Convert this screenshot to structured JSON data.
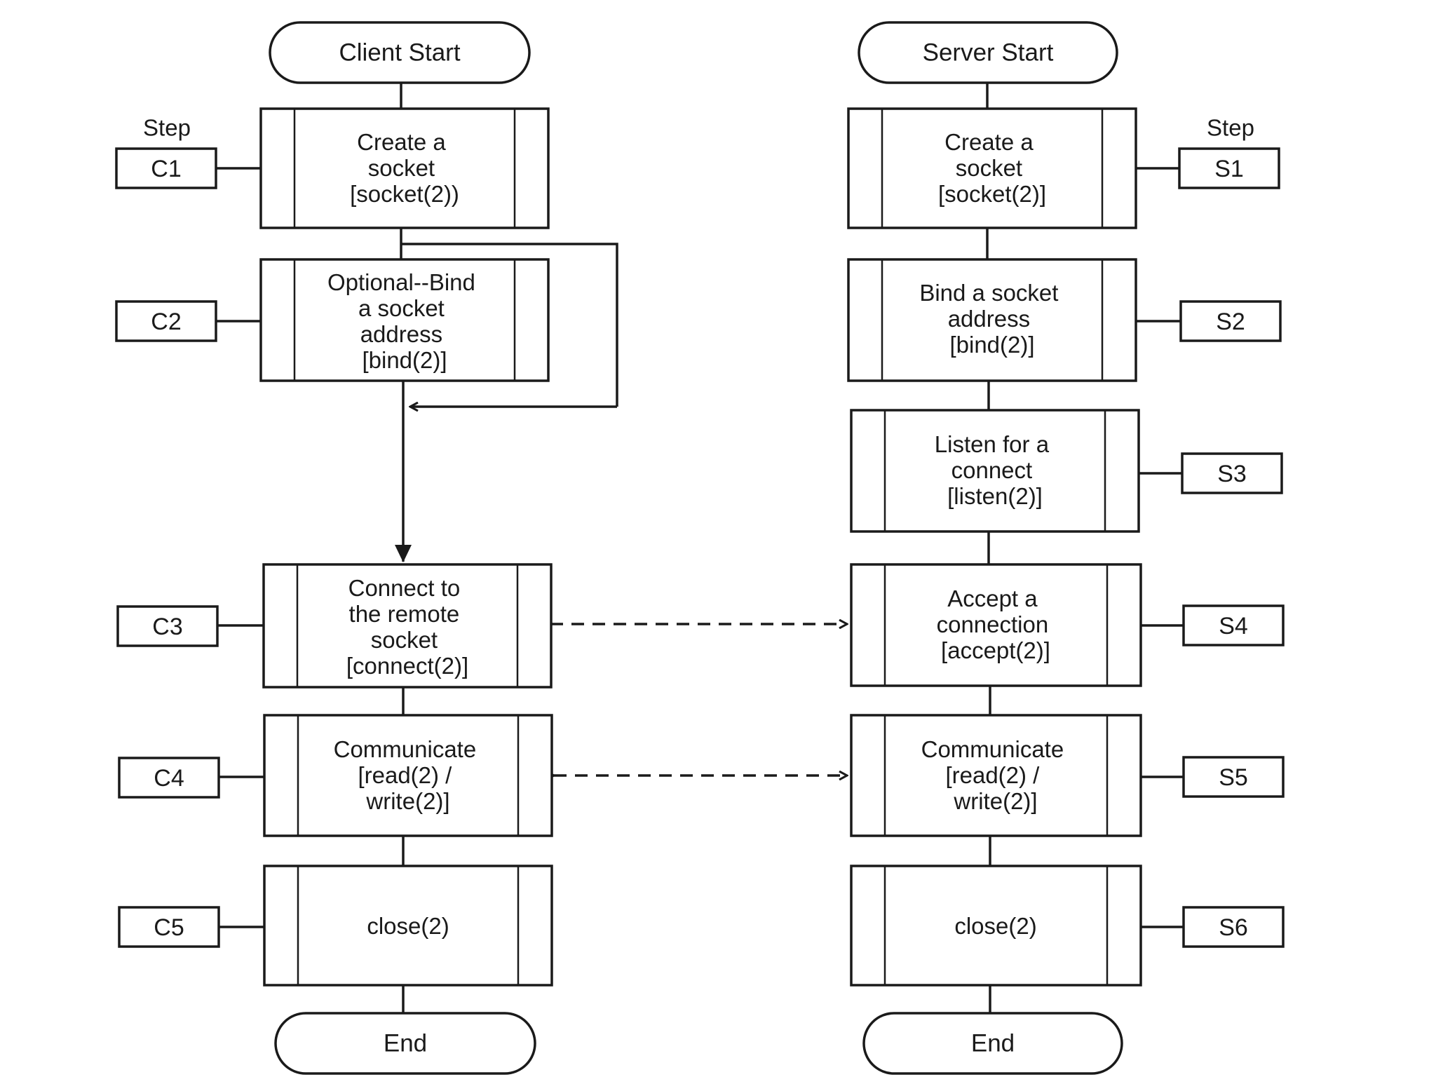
{
  "colors": {
    "line": "#1a1a1a",
    "background": "#ffffff"
  },
  "client": {
    "start": "Client Start",
    "step_header": "Step",
    "end": "End",
    "steps": [
      {
        "id": "C1",
        "lines": [
          "Create a",
          "socket",
          "[socket(2))"
        ]
      },
      {
        "id": "C2",
        "lines": [
          "Optional--Bind",
          "a socket",
          "address",
          "[bind(2)]"
        ]
      },
      {
        "id": "C3",
        "lines": [
          "Connect to",
          "the remote",
          "socket",
          "[connect(2)]"
        ]
      },
      {
        "id": "C4",
        "lines": [
          "Communicate",
          "[read(2) /",
          "write(2)]"
        ]
      },
      {
        "id": "C5",
        "lines": [
          "close(2)"
        ]
      }
    ]
  },
  "server": {
    "start": "Server Start",
    "step_header": "Step",
    "end": "End",
    "steps": [
      {
        "id": "S1",
        "lines": [
          "Create a",
          "socket",
          "[socket(2)]"
        ]
      },
      {
        "id": "S2",
        "lines": [
          "Bind a socket",
          "address",
          "[bind(2)]"
        ]
      },
      {
        "id": "S3",
        "lines": [
          "Listen for a",
          "connect",
          "[listen(2)]"
        ]
      },
      {
        "id": "S4",
        "lines": [
          "Accept a",
          "connection",
          "[accept(2)]"
        ]
      },
      {
        "id": "S5",
        "lines": [
          "Communicate",
          "[read(2) /",
          "write(2)]"
        ]
      },
      {
        "id": "S6",
        "lines": [
          "close(2)"
        ]
      }
    ]
  }
}
